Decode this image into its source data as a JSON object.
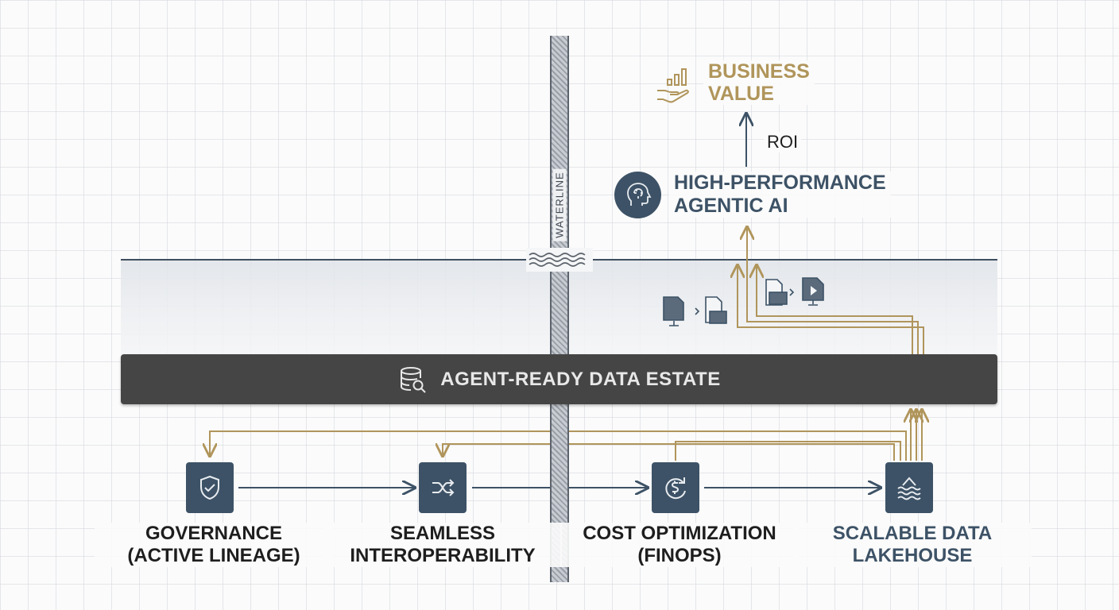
{
  "waterline": {
    "label": "WATERLINE"
  },
  "estate": {
    "title": "AGENT-READY DATA ESTATE",
    "icon": "database-search-icon"
  },
  "outcomes": {
    "business_value": {
      "line1": "BUSINESS",
      "line2": "VALUE",
      "icon": "hand-bar-chart-icon",
      "color": "#b0955b"
    },
    "roi": {
      "label": "ROI"
    },
    "agentic_ai": {
      "line1": "HIGH-PERFORMANCE",
      "line2": "AGENTIC AI",
      "icon": "brain-head-icon",
      "color": "#3d5266"
    }
  },
  "pillars": [
    {
      "line1": "GOVERNANCE",
      "line2": "(ACTIVE LINEAGE)",
      "icon": "shield-check-icon"
    },
    {
      "line1": "SEAMLESS",
      "line2": "INTEROPERABILITY",
      "icon": "shuffle-arrows-icon"
    },
    {
      "line1": "COST OPTIMIZATION",
      "line2": "(FINOPS)",
      "icon": "dollar-cycle-icon"
    },
    {
      "line1": "SCALABLE DATA",
      "line2": "LAKEHOUSE",
      "icon": "lake-waves-icon",
      "color": "#3d5266"
    }
  ],
  "colors": {
    "navy": "#3d5266",
    "gold": "#b0955b",
    "bar": "#454545"
  }
}
